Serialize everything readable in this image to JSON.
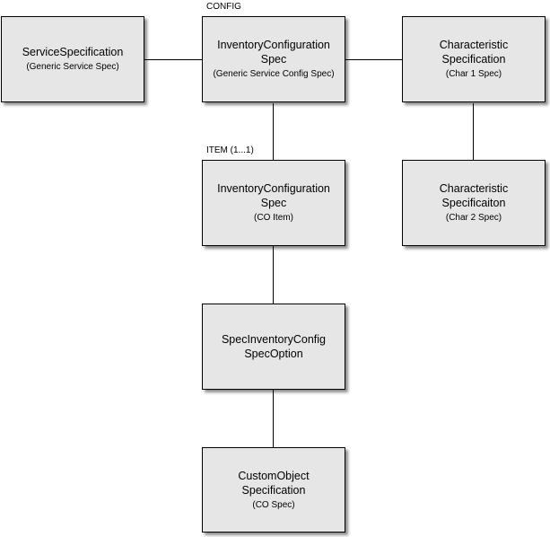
{
  "diagram": {
    "nodes": {
      "service_spec": {
        "title": "ServiceSpecification",
        "subtitle": "(Generic Service Spec)"
      },
      "inventory_config_spec": {
        "title": "InventoryConfiguration\nSpec",
        "subtitle": "(Generic Service Config Spec)"
      },
      "char_spec_1": {
        "title": "Characteristic\nSpecification",
        "subtitle": "(Char 1 Spec)"
      },
      "inventory_config_item": {
        "title": "InventoryConfiguration\nSpec",
        "subtitle": "(CO Item)"
      },
      "char_spec_2": {
        "title": "Characteristic\nSpecificaiton",
        "subtitle": "(Char 2 Spec)"
      },
      "spec_inventory_option": {
        "title": "SpecInventoryConfig\nSpecOption",
        "subtitle": ""
      },
      "custom_object_spec": {
        "title": "CustomObject\nSpecification",
        "subtitle": "(CO Spec)"
      }
    },
    "labels": {
      "config": "CONFIG",
      "item": "ITEM (1...1)"
    }
  }
}
